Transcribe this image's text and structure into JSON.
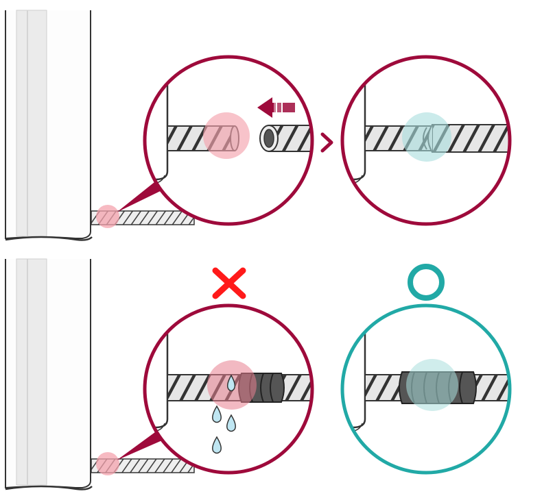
{
  "colors": {
    "accent_crimson": "#9e0a3b",
    "incorrect_red": "#ff1a1a",
    "correct_teal": "#21a9a6",
    "highlight_pink": "#f4a3ad",
    "highlight_teal": "#a9dedd",
    "droplet_blue": "#bfe6f2",
    "outline_dark": "#333333",
    "pipe_light": "#e6e6e6",
    "tape_dark": "#555555"
  },
  "icons": {
    "direction": "arrow-left-icon",
    "sequence": "chevron-right-icon",
    "incorrect": "cross-mark-icon",
    "correct": "circle-mark-icon",
    "leak": "water-droplet-icon"
  },
  "steps": [
    {
      "id": "step-insert",
      "state": "hose-being-inserted"
    },
    {
      "id": "step-connected",
      "state": "hose-connected"
    },
    {
      "id": "step-leak",
      "state": "incorrect-wrapping-leaks",
      "marker": "incorrect"
    },
    {
      "id": "step-sealed",
      "state": "correct-wrapping-sealed",
      "marker": "correct"
    }
  ],
  "leak_droplets": 4
}
